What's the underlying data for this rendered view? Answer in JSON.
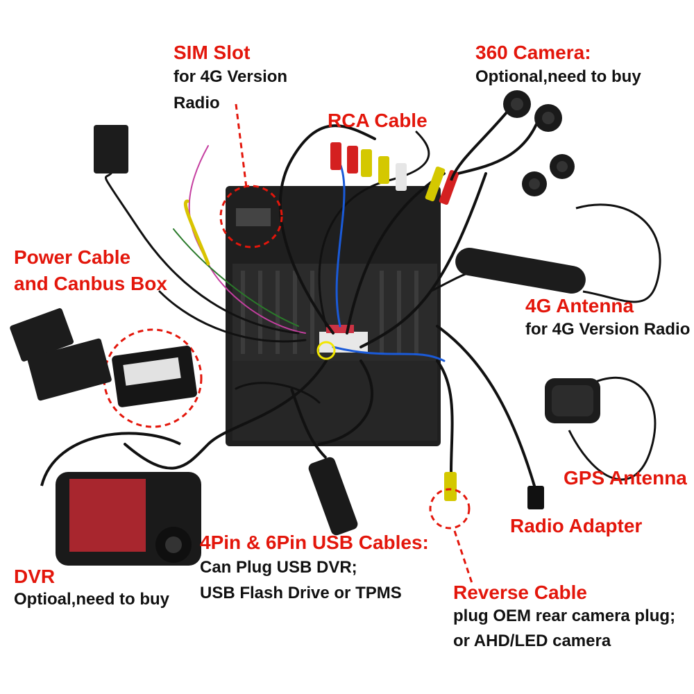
{
  "colors": {
    "label_red": "#e3160b",
    "label_black": "#111111",
    "highlight_yellow": "#f2e600"
  },
  "callouts": {
    "sim_slot": {
      "title": "SIM Slot",
      "line1": "for 4G Version",
      "line2": "Radio"
    },
    "camera_360": {
      "title": "360 Camera:",
      "desc": "Optional,need to buy"
    },
    "rca_cable": {
      "title": "RCA Cable"
    },
    "power_cable": {
      "line1": "Power Cable",
      "line2": "and Canbus Box"
    },
    "antenna_4g": {
      "title": "4G Antenna",
      "desc": "for 4G Version Radio"
    },
    "gps_antenna": {
      "title": "GPS Antenna"
    },
    "radio_adapter": {
      "title": "Radio Adapter"
    },
    "usb_cables": {
      "title": "4Pin & 6Pin USB Cables:",
      "line1": "Can Plug USB DVR;",
      "line2": "USB Flash Drive or TPMS"
    },
    "dvr": {
      "title": "DVR",
      "desc": "Optioal,need to buy"
    },
    "reverse_cable": {
      "title": "Reverse Cable",
      "line1": "plug OEM rear camera plug;",
      "line2": "or AHD/LED camera"
    }
  }
}
